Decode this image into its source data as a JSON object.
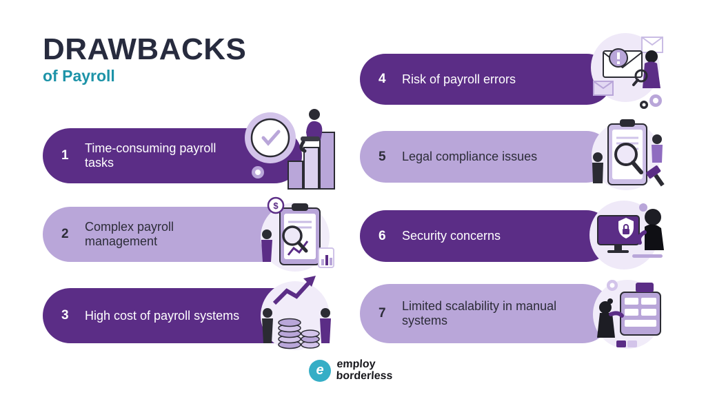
{
  "header": {
    "title": "DRAWBACKS",
    "subtitle": "of Payroll"
  },
  "items": [
    {
      "number": "1",
      "label": "Time-consuming payroll tasks",
      "variant": "dark-purple",
      "illustration": "person-on-growth-bars-with-clock-illustration"
    },
    {
      "number": "2",
      "label": "Complex payroll management",
      "variant": "light-purple",
      "illustration": "clipboard-magnifier-dollar-illustration"
    },
    {
      "number": "3",
      "label": "High cost of payroll systems",
      "variant": "dark-purple",
      "illustration": "coin-stacks-rising-arrow-illustration"
    },
    {
      "number": "4",
      "label": "Risk of payroll errors",
      "variant": "dark-purple",
      "illustration": "envelopes-warning-magnifier-illustration"
    },
    {
      "number": "5",
      "label": "Legal compliance issues",
      "variant": "light-purple",
      "illustration": "clipboard-magnifier-gavel-illustration"
    },
    {
      "number": "6",
      "label": "Security concerns",
      "variant": "dark-purple",
      "illustration": "monitor-shield-lock-illustration"
    },
    {
      "number": "7",
      "label": "Limited scalability in manual systems",
      "variant": "light-purple",
      "illustration": "person-building-blocks-illustration"
    }
  ],
  "footer": {
    "logo_letter": "e",
    "brand_top": "employ",
    "brand_bottom": "borderless"
  },
  "colors": {
    "background": "#ffffff",
    "dark_purple": "#5b2d86",
    "light_purple": "#b9a6d9",
    "title_text": "#272b3e",
    "accent_teal": "#1d93a8",
    "logo_teal": "#35aec6"
  }
}
